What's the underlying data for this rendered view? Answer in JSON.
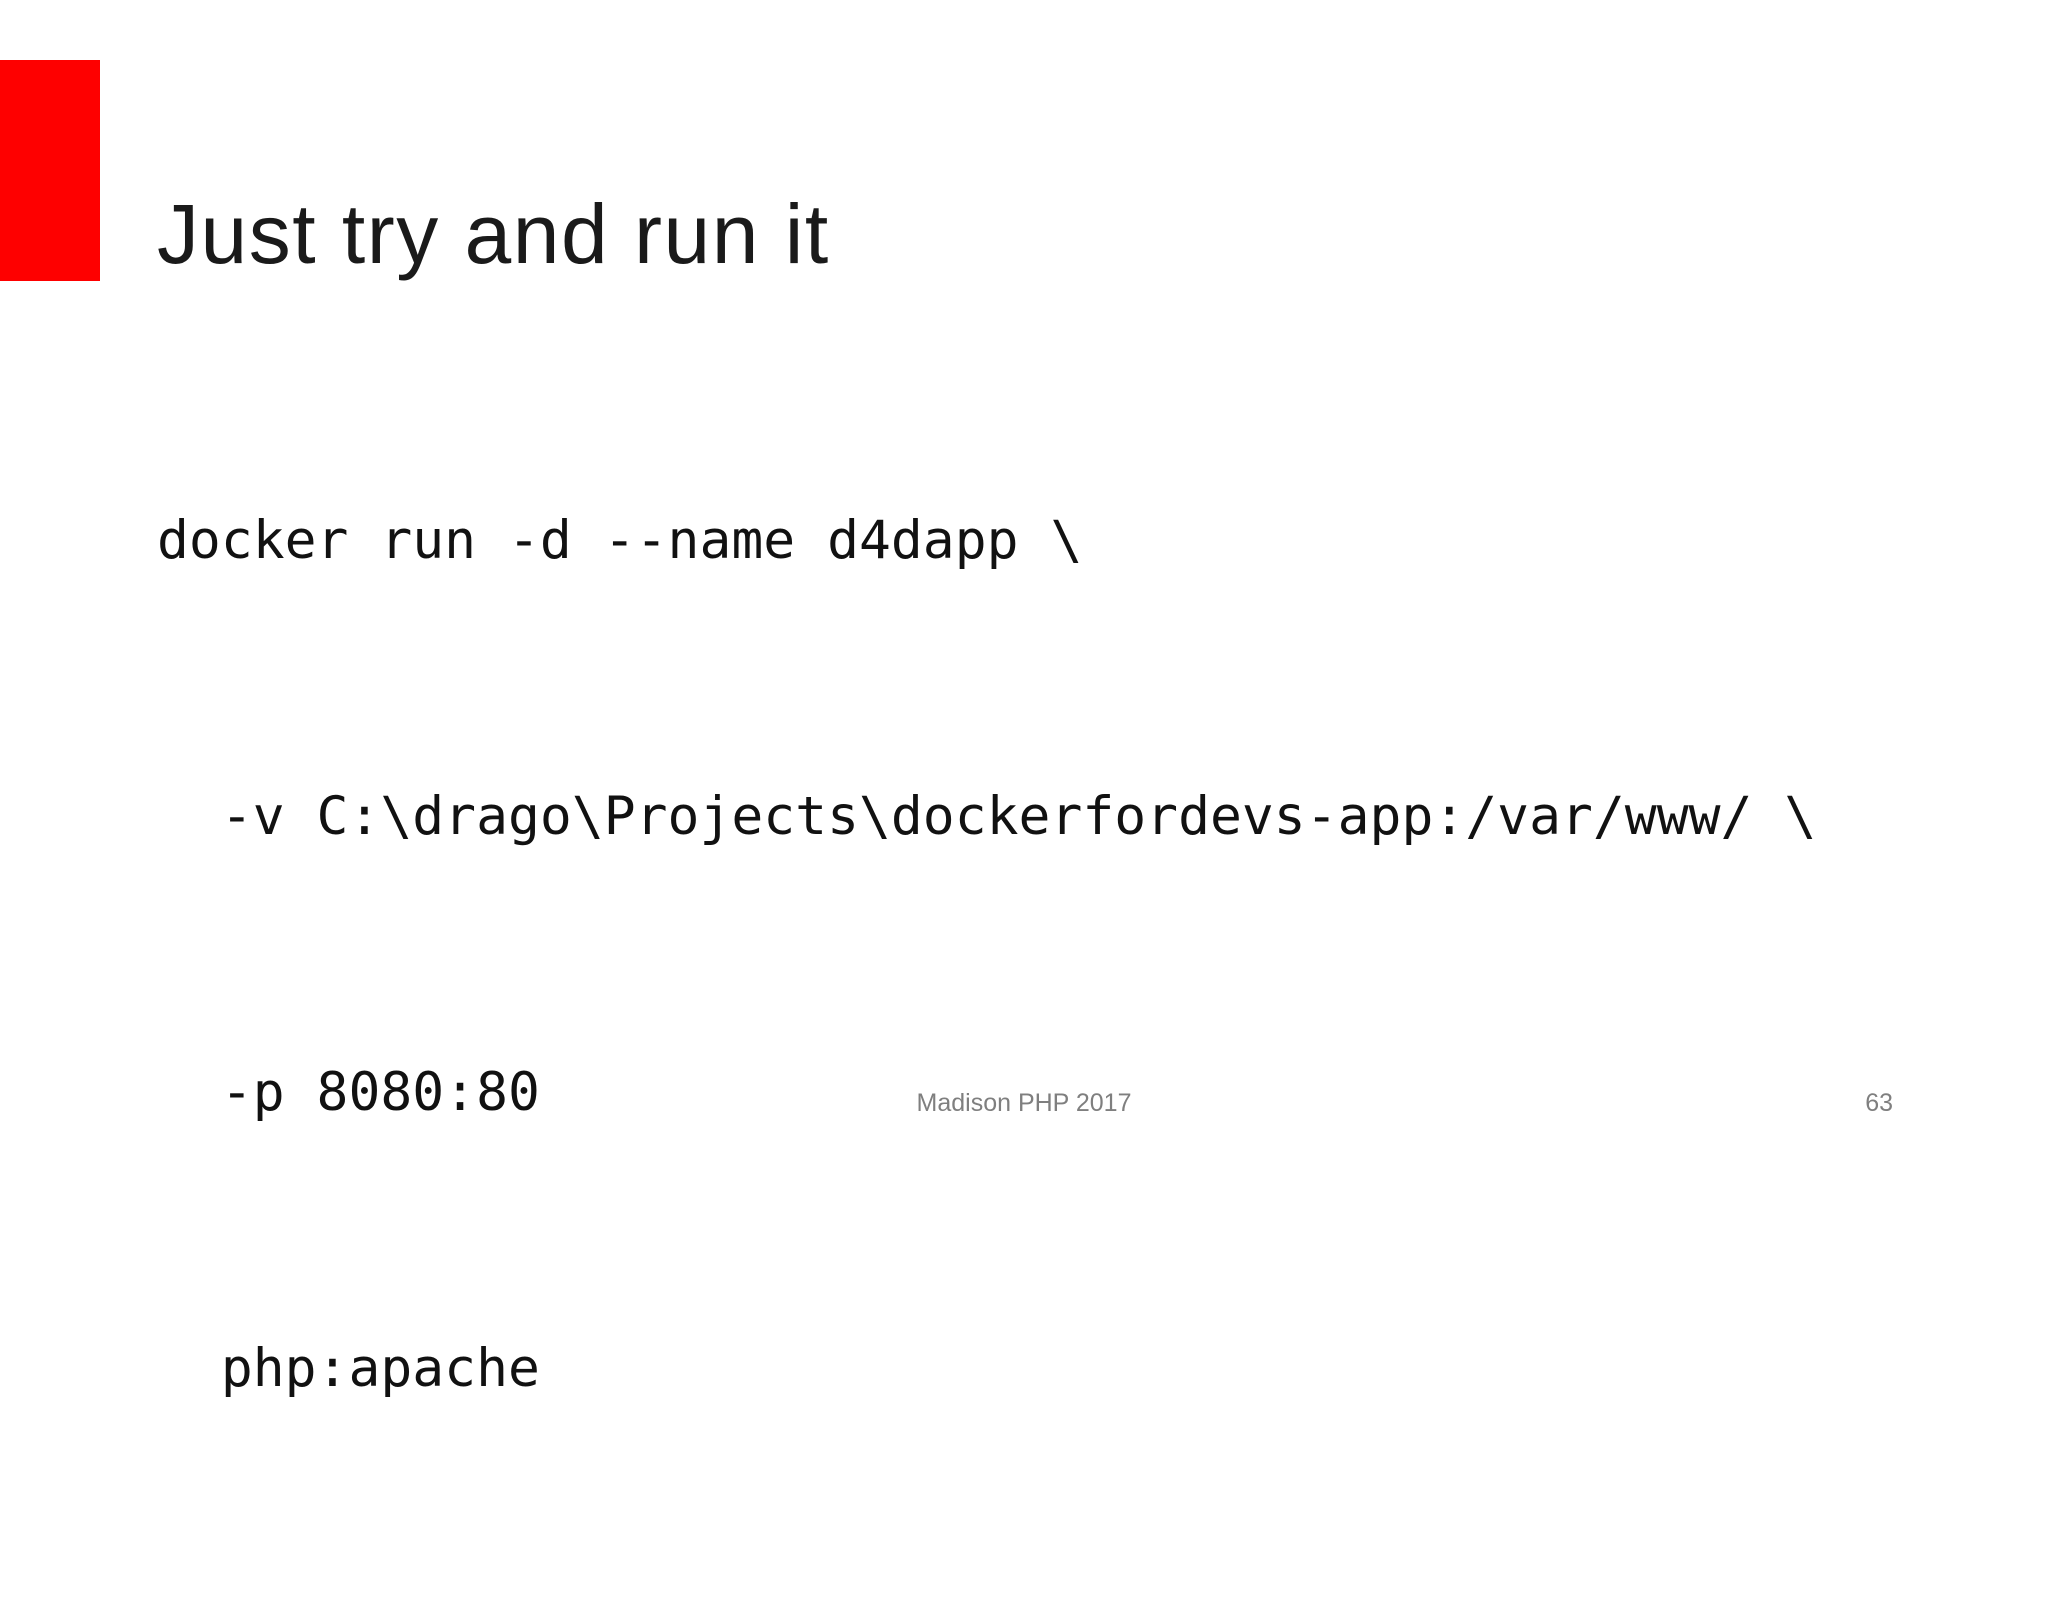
{
  "slide": {
    "title": "Just try and run it",
    "code": {
      "lines": [
        "docker run -d --name d4dapp \\",
        "  -v C:\\drago\\Projects\\dockerfordevs-app:/var/www/ \\",
        "  -p 8080:80",
        "  php:apache"
      ]
    },
    "footer": {
      "event": "Madison PHP 2017",
      "page_number": "63"
    },
    "colors": {
      "accent": "#fe0000",
      "title_text": "#1a1a1a",
      "code_text": "#111111",
      "footer_text": "#7f7f7f",
      "background": "#ffffff"
    }
  }
}
